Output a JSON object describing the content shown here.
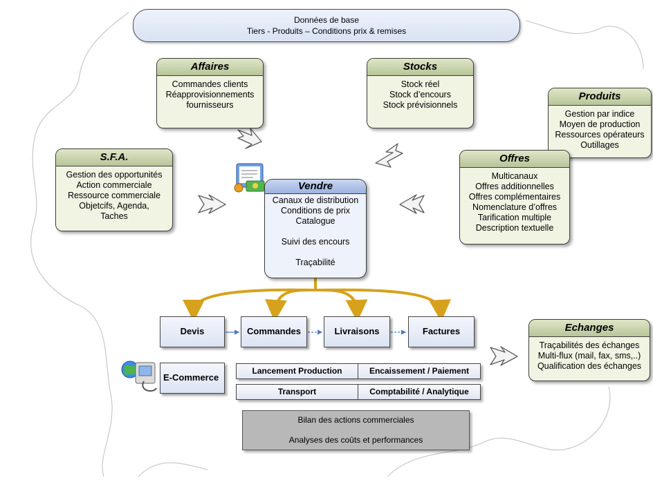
{
  "base": {
    "line1": "Données de base",
    "line2": "Tiers - Produits – Conditions prix & remises"
  },
  "affaires": {
    "title": "Affaires",
    "lines": [
      "Commandes clients",
      "Réapprovisionnements",
      "fournisseurs"
    ]
  },
  "stocks": {
    "title": "Stocks",
    "lines": [
      "Stock réel",
      "Stock d’encours",
      "Stock prévisionnels"
    ]
  },
  "produits": {
    "title": "Produits",
    "lines": [
      "Gestion par indice",
      "Moyen de production",
      "Ressources opérateurs",
      "Outillages"
    ]
  },
  "sfa": {
    "title": "S.F.A.",
    "lines": [
      "Gestion des opportunités",
      "Action commerciale",
      "Ressource commerciale",
      "Objetcifs, Agenda,",
      "Taches"
    ]
  },
  "offres": {
    "title": "Offres",
    "lines": [
      "Multicanaux",
      "Offres additionnelles",
      "Offres complémentaires",
      "Nomenclature d’offres",
      "Tarification multiple",
      "Description textuelle"
    ]
  },
  "vendre": {
    "title": "Vendre",
    "lines": [
      "Canaux de distribution",
      "Conditions de prix",
      "Catalogue",
      "",
      "Suivi des encours",
      "",
      "Traçabilité"
    ]
  },
  "steps": {
    "devis": "Devis",
    "commandes": "Commandes",
    "livraisons": "Livraisons",
    "factures": "Factures"
  },
  "ecommerce": "E-Commerce",
  "strip1": {
    "left": "Lancement Production",
    "right": "Encaissement / Paiement"
  },
  "strip2": {
    "left": "Transport",
    "right": "Comptabilité / Analytique"
  },
  "bilan": {
    "line1": "Bilan des actions commerciales",
    "line2": "Analyses des coûts et performances"
  },
  "echanges": {
    "title": "Echanges",
    "lines": [
      "Traçabilités des échanges",
      "Multi-flux (mail, fax, sms,..)",
      "Qualification des échanges"
    ]
  },
  "colors": {
    "card_fill": "#f1f3e3",
    "card_header": "#b7c59a",
    "vendre_header": "#9cb2df",
    "connector": "#d6a21b",
    "step_arrow": "#4a7ac8",
    "bilan": "#b8b8b8"
  }
}
